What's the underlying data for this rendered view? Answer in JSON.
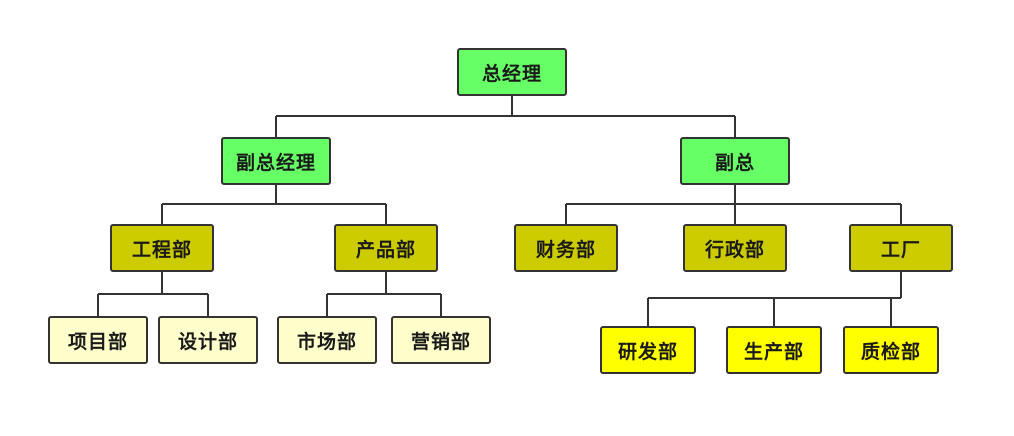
{
  "org": {
    "general_manager": "总经理",
    "deputy_general_manager": "副总经理",
    "deputy": "副总",
    "engineering": "工程部",
    "products": "产品部",
    "finance": "财务部",
    "administration": "行政部",
    "factory": "工厂",
    "projects": "项目部",
    "design": "设计部",
    "market": "市场部",
    "sales": "营销部",
    "rnd": "研发部",
    "production": "生产部",
    "quality": "质检部"
  },
  "colors": {
    "top_level": "#66ff66",
    "department": "#cccc00",
    "sub_department_left": "#ffffcc",
    "sub_department_right": "#ffff00",
    "connector": "#333333"
  }
}
